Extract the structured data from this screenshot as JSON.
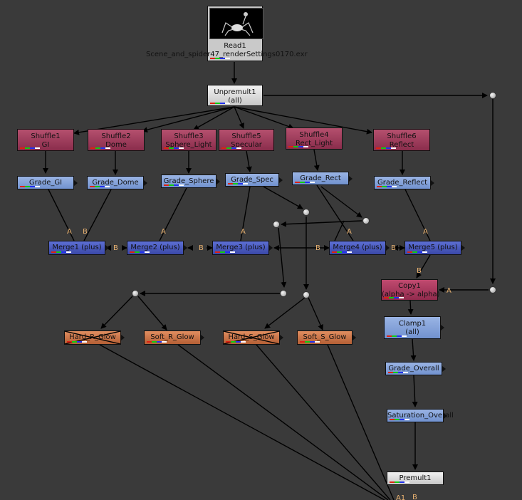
{
  "read": {
    "label": "Read1",
    "filename": "Scene_and_spider47_renderSettings0170.exr"
  },
  "unpremult": {
    "label": "Unpremult1",
    "sub": "(all)"
  },
  "shuffles": [
    {
      "label": "Shuffle1",
      "sub": "GI"
    },
    {
      "label": "Shuffle2",
      "sub": "Dome"
    },
    {
      "label": "Shuffle3",
      "sub": "Sphere_Light"
    },
    {
      "label": "Shuffle5",
      "sub": "Specular"
    },
    {
      "label": "Shuffle4",
      "sub": "Rect_Light"
    },
    {
      "label": "Shuffle6",
      "sub": "Reflect"
    }
  ],
  "grades": [
    "Grade_GI",
    "Grade_Dome",
    "Grade_Sphere",
    "Grade_Spec",
    "Grade_Rect",
    "Grade_Reflect"
  ],
  "merges": [
    "Merge1 (plus)",
    "Merge2 (plus)",
    "Merge3 (plus)",
    "Merge4 (plus)",
    "Merge5 (plus)"
  ],
  "glows": [
    "Hard_R_Glow",
    "Soft_R_Glow",
    "Hard_S_Glow",
    "Soft_S_Glow"
  ],
  "copy": {
    "label": "Copy1",
    "sub": "(alpha -> alpha)"
  },
  "clamp": {
    "label": "Clamp1",
    "sub": "(all)"
  },
  "grade_overall": "Grade_Overall",
  "saturation": "Saturation_Overall",
  "premult": "Premult1",
  "port_labels": {
    "a": "A",
    "b": "B",
    "a1": "A1"
  }
}
